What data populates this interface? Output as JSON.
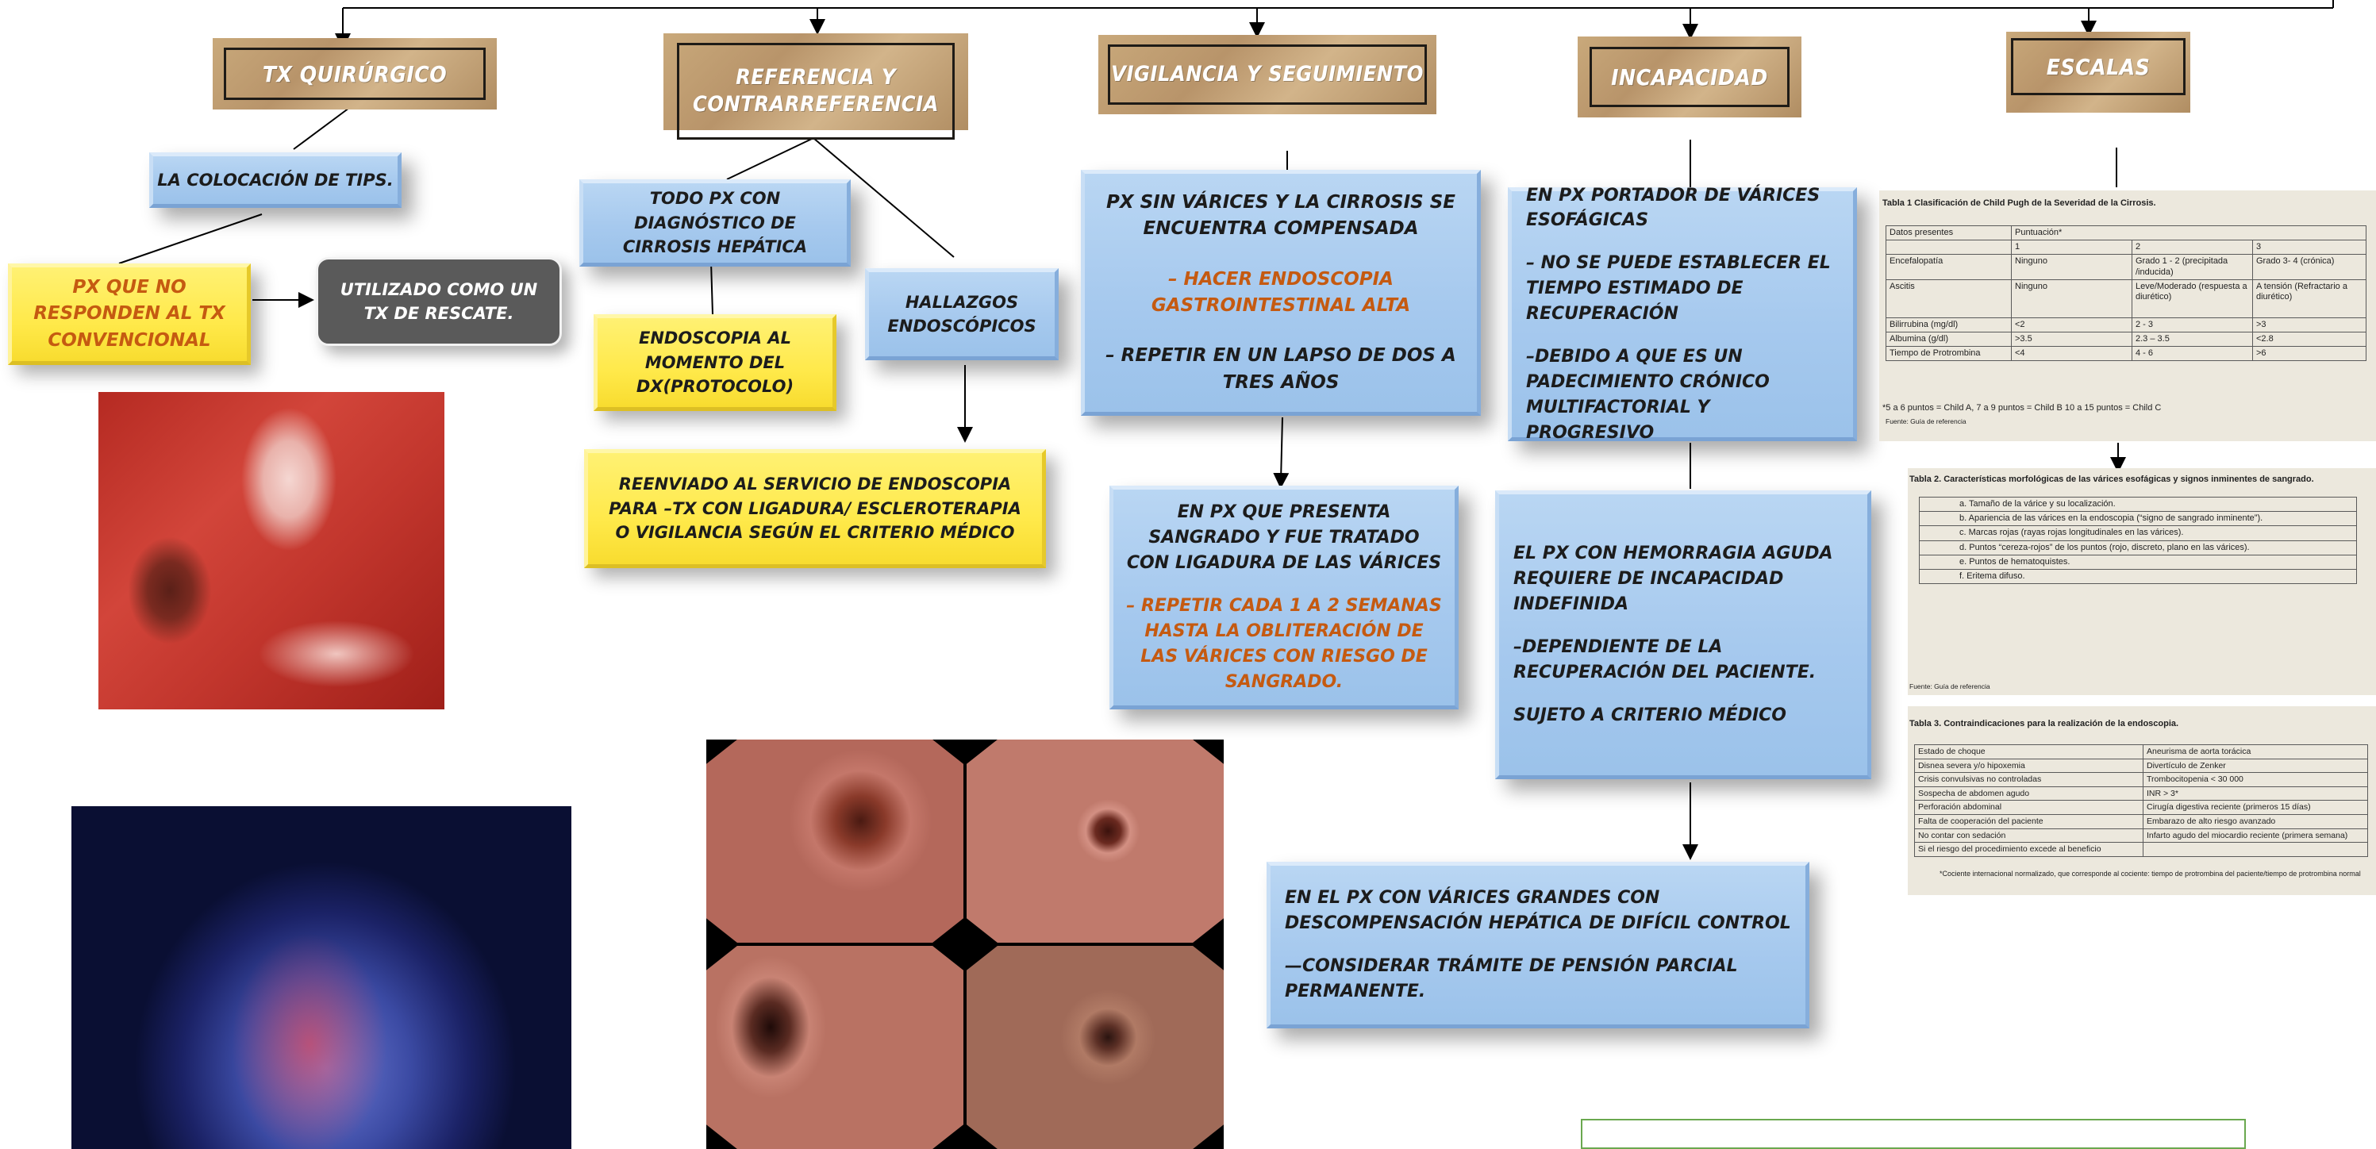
{
  "headers": {
    "tx_quirurgico": "TX QUIRÚRGICO",
    "referencia": "REFERENCIA Y CONTRARREFERENCIA",
    "vigilancia": "VIGILANCIA Y SEGUIMIENTO",
    "incapacidad": "INCAPACIDAD",
    "escalas": "ESCALAS"
  },
  "tx": {
    "tips": "LA COLOCACIÓN DE TIPS.",
    "no_responden": "PX QUE NO RESPONDEN AL TX CONVENCIONAL",
    "rescate": "UTILIZADO COMO UN TX DE RESCATE."
  },
  "referencia": {
    "diagnostico": "TODO PX CON DIAGNÓSTICO DE CIRROSIS HEPÁTICA",
    "hallazgos": "HALLAZGOS ENDOSCÓPICOS",
    "endoscopia_momento": "ENDOSCOPIA AL MOMENTO DEL DX(PROTOCOLO)",
    "reenviado": "REENVIADO AL SERVICIO DE ENDOSCOPIA PARA –TX CON LIGADURA/ ESCLEROTERAPIA O VIGILANCIA SEGÚN EL CRITERIO MÉDICO"
  },
  "vigilancia": {
    "sin_varices": "PX SIN VÁRICES Y LA CIRROSIS SE ENCUENTRA COMPENSADA",
    "hacer_endoscopia": "– HACER ENDOSCOPIA GASTROINTESTINAL ALTA",
    "repetir_lapso": "– REPETIR EN UN LAPSO DE DOS A TRES AÑOS",
    "sangrado": "EN PX QUE PRESENTA SANGRADO Y FUE TRATADO CON LIGADURA DE LAS VÁRICES",
    "repetir_semanas": "– REPETIR CADA 1 A 2 SEMANAS HASTA LA OBLITERACIÓN DE LAS VÁRICES CON RIESGO DE SANGRADO."
  },
  "incapacidad": {
    "portador": "EN PX PORTADOR DE VÁRICES ESOFÁGICAS",
    "no_establecer": "– NO SE PUEDE ESTABLECER EL TIEMPO ESTIMADO DE RECUPERACIÓN",
    "debido": "–DEBIDO A QUE ES UN PADECIMIENTO CRÓNICO MULTIFACTORIAL Y PROGRESIVO",
    "hemorragia": "EL PX CON HEMORRAGIA AGUDA REQUIERE DE INCAPACIDAD INDEFINIDA",
    "dependiente": "–DEPENDIENTE DE LA RECUPERACIÓN DEL PACIENTE.",
    "sujeto": "SUJETO A CRITERIO MÉDICO",
    "grandes": "EN EL PX CON VÁRICES GRANDES CON DESCOMPENSACIÓN HEPÁTICA DE DIFÍCIL CONTROL",
    "considerar": "—CONSIDERAR TRÁMITE DE PENSIÓN PARCIAL PERMANENTE."
  },
  "table1": {
    "title": "Tabla 1 Clasificación de Child Pugh de la Severidad de la Cirrosis.",
    "header": [
      "Datos presentes",
      "Puntuación*"
    ],
    "scores": [
      "1",
      "2",
      "3"
    ],
    "rows": [
      [
        "Encefalopatía",
        "Ninguno",
        "Grado 1 - 2 (precipitada /inducida)",
        "Grado 3- 4 (crónica)"
      ],
      [
        "Ascitis",
        "Ninguno",
        "Leve/Moderado (respuesta a diurético)",
        "A tensión (Refractario a diurético)"
      ],
      [
        "Bilirrubina (mg/dl)",
        "<2",
        "2 - 3",
        ">3"
      ],
      [
        "Albumina (g/dl)",
        ">3.5",
        "2.3 – 3.5",
        "<2.8"
      ],
      [
        "Tiempo de Protrombina",
        "<4",
        "4 - 6",
        ">6"
      ]
    ],
    "note": "*5 a 6 puntos = Child A,    7 a 9 puntos = Child B    10 a 15 puntos = Child C",
    "source": "Fuente: Guía de referencia"
  },
  "table2": {
    "title": "Tabla 2. Características morfológicas de las várices esofágicas y signos inminentes de sangrado.",
    "items": [
      "a.   Tamaño de la várice y su localización.",
      "b.   Apariencia de las várices  en la endoscopia (“signo de sangrado inminente”).",
      "c.   Marcas rojas (rayas rojas longitudinales en las várices).",
      "d.   Puntos “cereza-rojos” de los puntos (rojo, discreto, plano en las várices).",
      "e.   Puntos de hematoquistes.",
      "f.   Eritema difuso."
    ],
    "source": "Fuente: Guía de referencia"
  },
  "table3": {
    "title": "Tabla 3. Contraindicaciones para la realización de la endoscopia.",
    "rows": [
      [
        "Estado de choque",
        "Aneurisma de aorta torácica"
      ],
      [
        "Disnea severa y/o hipoxemia",
        "Divertículo de Zenker"
      ],
      [
        "Crisis convulsivas no controladas",
        "Trombocitopenia < 30 000"
      ],
      [
        "Sospecha de abdomen agudo",
        "INR > 3*"
      ],
      [
        "Perforación abdominal",
        "Cirugía digestiva reciente (primeros 15 días)"
      ],
      [
        "Falta de cooperación del paciente",
        "Embarazo de alto riesgo avanzado"
      ],
      [
        "No contar con sedación",
        "Infarto agudo del miocardio reciente (primera semana)"
      ],
      [
        "Si el riesgo del procedimiento excede al beneficio",
        ""
      ]
    ],
    "footnote": "*Cociente internacional normalizado, que corresponde al cociente: tiempo de protrombina del paciente/tiempo de protrombina normal"
  }
}
